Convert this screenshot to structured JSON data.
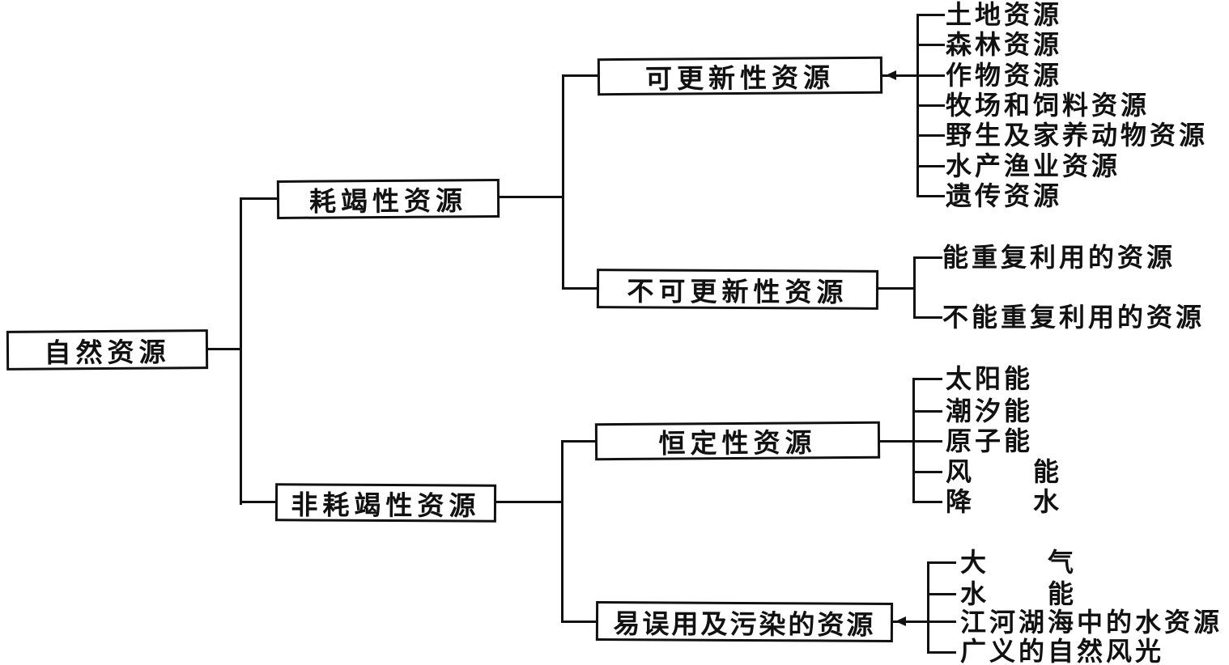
{
  "tree": {
    "root": {
      "label": "自然资源"
    },
    "level1": {
      "exhaustible": {
        "label": "耗竭性资源"
      },
      "non_exhaustible": {
        "label": "非耗竭性资源"
      }
    },
    "level2": {
      "renewable": {
        "label": "可更新性资源"
      },
      "non_renewable": {
        "label": "不可更新性资源"
      },
      "constant": {
        "label": "恒定性资源"
      },
      "misuse_pollution": {
        "label": "易误用及污染的资源"
      }
    },
    "leaves": {
      "renewable": [
        "土地资源",
        "森林资源",
        "作物资源",
        "牧场和饲料资源",
        "野生及家养动物资源",
        "水产渔业资源",
        "遗传资源"
      ],
      "non_renewable": [
        "能重复利用的资源",
        "不能重复利用的资源"
      ],
      "constant": [
        "太阳能",
        "潮汐能",
        "原子能",
        "风　　能",
        "降　　水"
      ],
      "misuse_pollution": [
        "大　　气",
        "水　　能",
        "江河湖海中的水资源",
        "广义的自然风光"
      ]
    },
    "colors": {
      "ink": "#111111",
      "background": "#ffffff"
    }
  }
}
